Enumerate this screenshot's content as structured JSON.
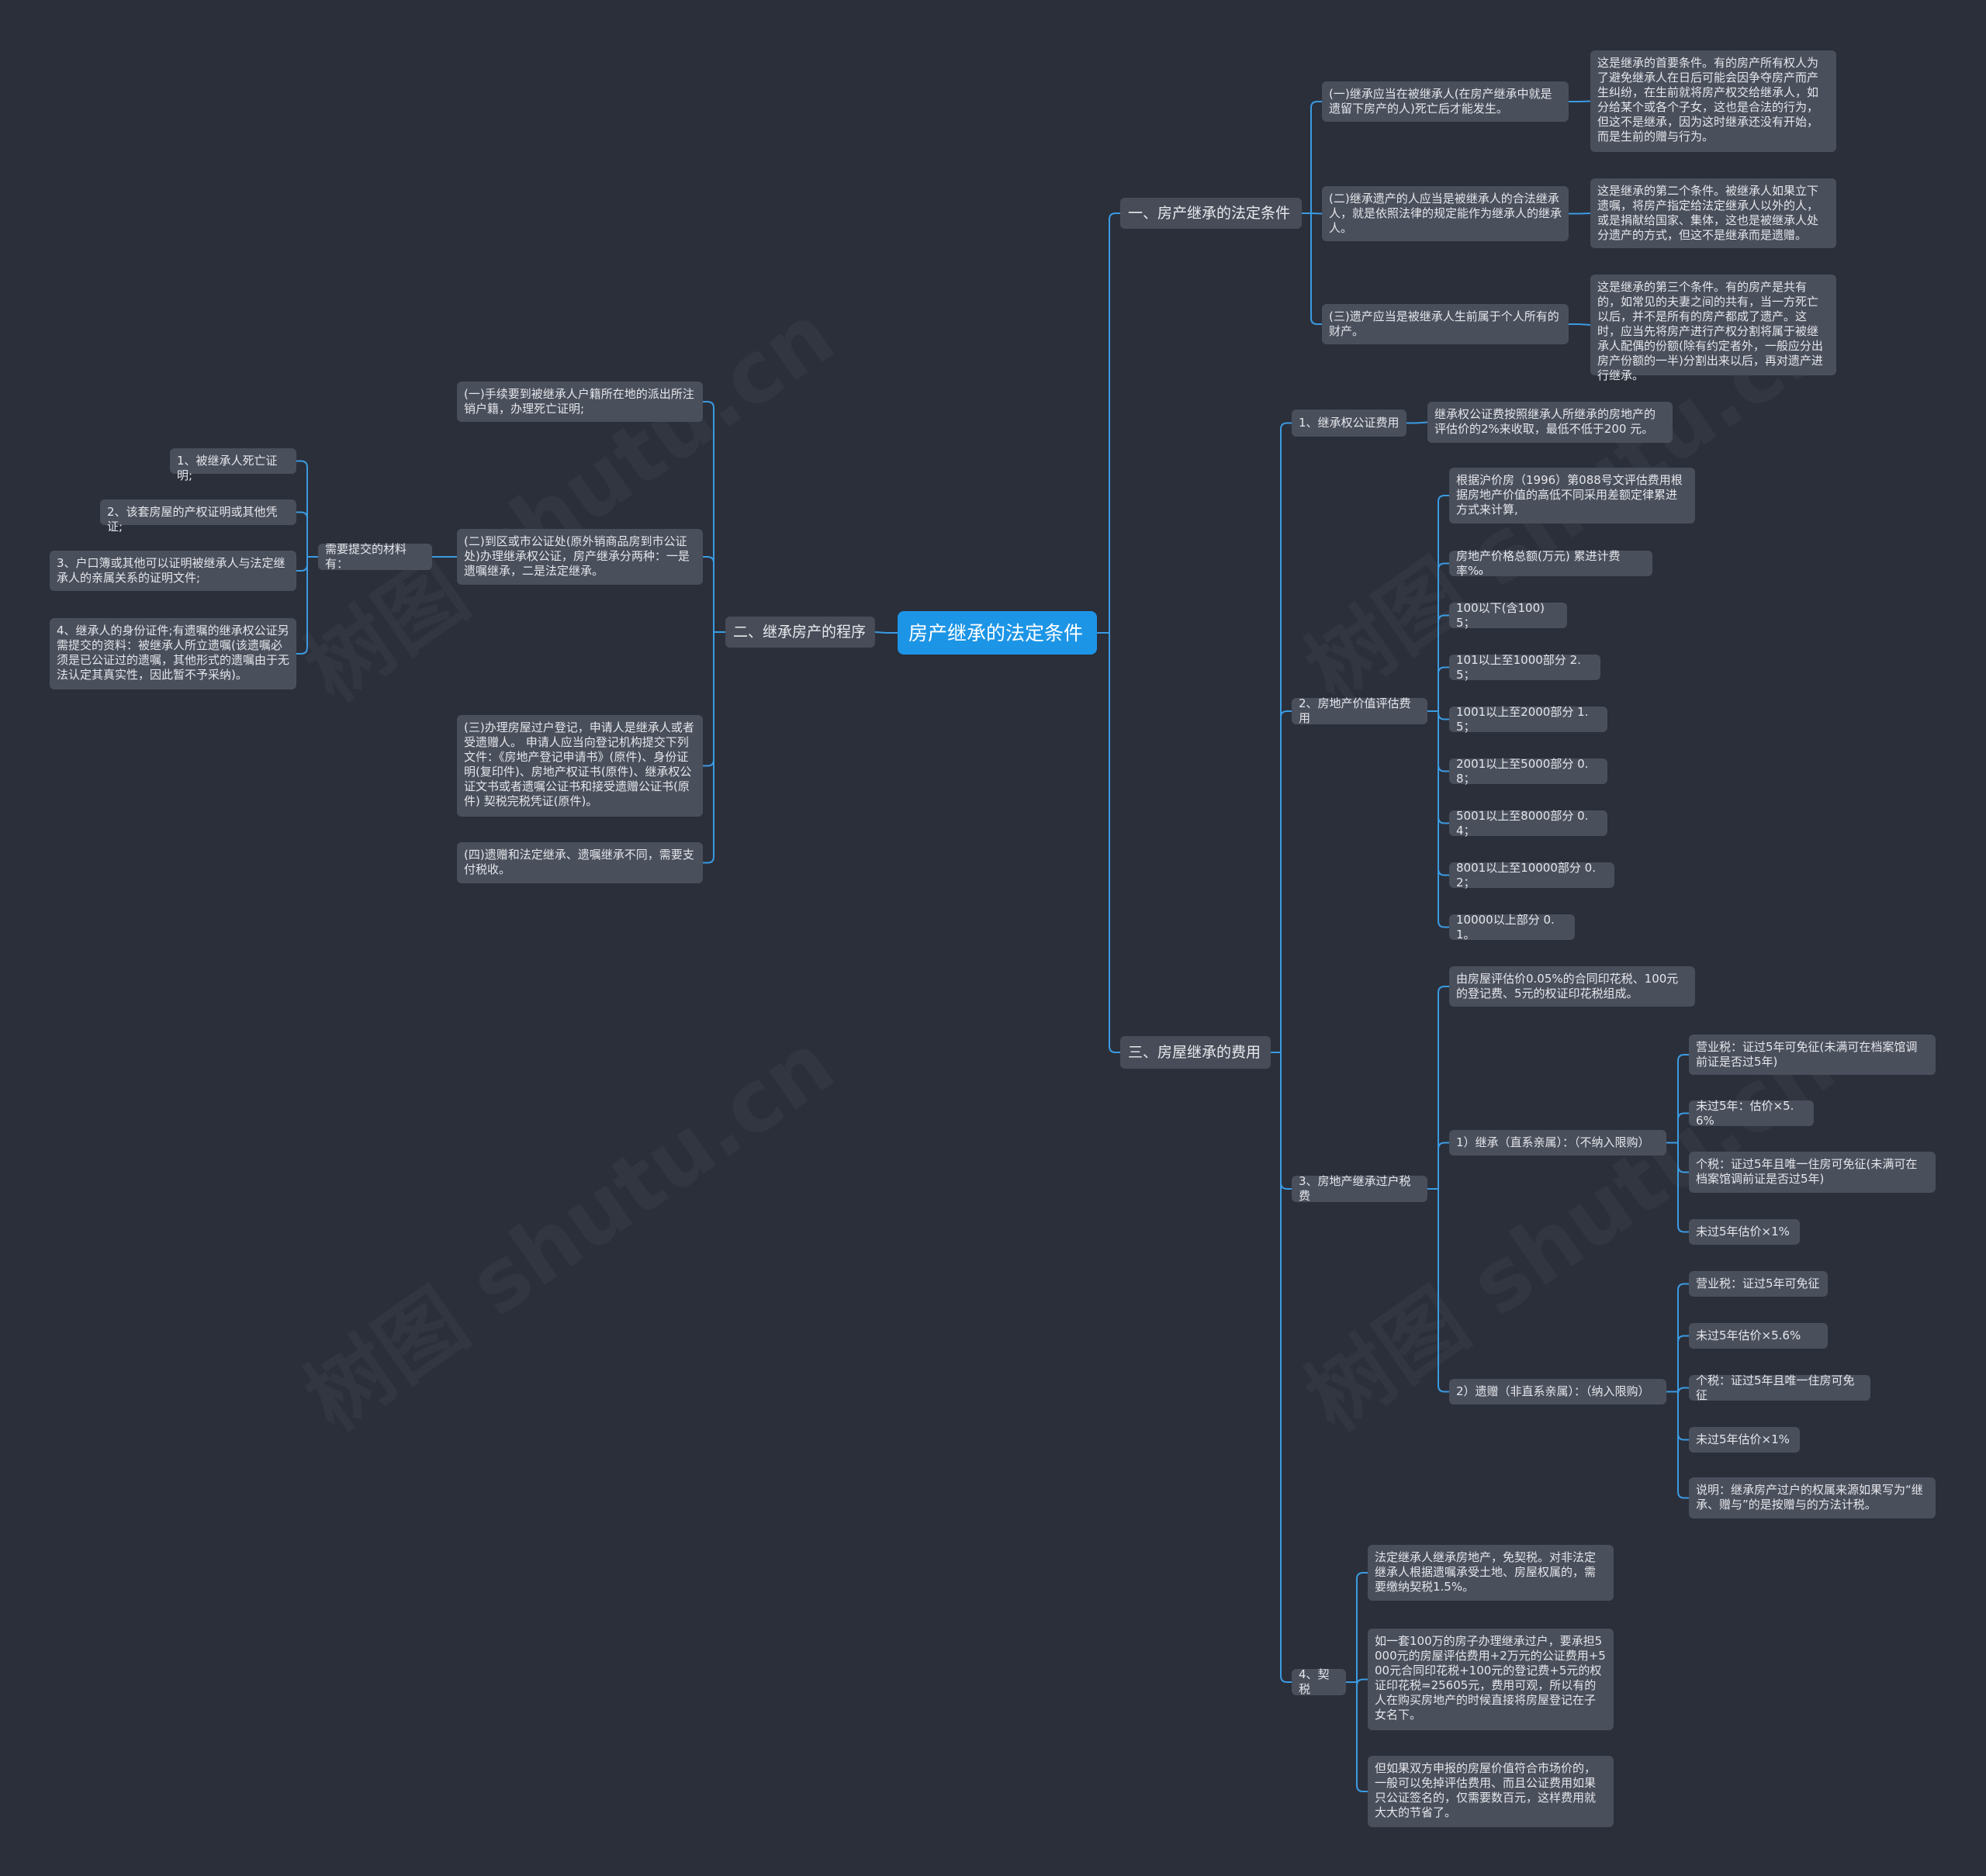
{
  "root": "房产继承的法定条件",
  "watermark": "树图 shutu.cn",
  "colors": {
    "background": "#2b2f3a",
    "node": "#4a4f5c",
    "root": "#1d95e6",
    "edge": "#3a9be3"
  },
  "b1": {
    "title": "一、房产继承的法定条件",
    "c1": {
      "label": "(一)继承应当在被继承人(在房产继承中就是遗留下房产的人)死亡后才能发生。",
      "note": "这是继承的首要条件。有的房产所有权人为了避免继承人在日后可能会因争夺房产而产生纠纷，在生前就将房产权交给继承人，如分给某个或各个子女，这也是合法的行为，但这不是继承，因为这时继承还没有开始，而是生前的赠与行为。"
    },
    "c2": {
      "label": "(二)继承遗产的人应当是被继承人的合法继承人，就是依照法律的规定能作为继承人的继承人。",
      "note": "这是继承的第二个条件。被继承人如果立下遗嘱，将房产指定给法定继承人以外的人，或是捐献给国家、集体，这也是被继承人处分遗产的方式，但这不是继承而是遗赠。"
    },
    "c3": {
      "label": "(三)遗产应当是被继承人生前属于个人所有的财产。",
      "note": "这是继承的第三个条件。有的房产是共有的，如常见的夫妻之间的共有，当一方死亡以后，并不是所有的房产都成了遗产。这时，应当先将房产进行产权分割将属于被继承人配偶的份额(除有约定者外，一般应分出房产份额的一半)分割出来以后，再对遗产进行继承。"
    }
  },
  "b2": {
    "title": "二、继承房产的程序",
    "s1": "(一)手续要到被继承人户籍所在地的派出所注销户籍，办理死亡证明;",
    "s2": "(二)到区或市公证处(原外销商品房到市公证处)办理继承权公证，房产继承分两种：一是遗嘱继承，二是法定继承。",
    "materials": {
      "label": "需要提交的材料有：",
      "items": [
        "1、被继承人死亡证明;",
        "2、该套房屋的产权证明或其他凭证;",
        "3、户口簿或其他可以证明被继承人与法定继承人的亲属关系的证明文件;",
        "4、继承人的身份证件;有遗嘱的继承权公证另需提交的资料：被继承人所立遗嘱(该遗嘱必须是已公证过的遗嘱，其他形式的遗嘱由于无法认定其真实性，因此暂不予采纳)。"
      ]
    },
    "s3": "(三)办理房屋过户登记，申请人是继承人或者受遗赠人。 申请人应当向登记机构提交下列文件：《房地产登记申请书》(原件)、身份证明(复印件)、房地产权证书(原件)、继承权公证文书或者遗嘱公证书和接受遗赠公证书(原件) 契税完税凭证(原件)。",
    "s4": "(四)遗赠和法定继承、遗嘱继承不同，需要支付税收。"
  },
  "b3": {
    "title": "三、房屋继承的费用",
    "f1": {
      "label": "1、继承权公证费用",
      "note": "继承权公证费按照继承人所继承的房地产的评估价的2%来收取，最低不低于200 元。"
    },
    "f2": {
      "label": "2、房地产价值评估费用",
      "items": [
        "根据沪价房（1996）第088号文评估费用根据房地产价值的高低不同采用差额定律累进方式来计算,",
        "房地产价格总额(万元) 累进计费率‰",
        "100以下(含100) 5；",
        "101以上至1000部分 2.5；",
        "1001以上至2000部分 1.5；",
        "2001以上至5000部分 0.8；",
        "5001以上至8000部分 0.4；",
        "8001以上至10000部分 0.2；",
        "10000以上部分 0.1。"
      ]
    },
    "f3": {
      "label": "3、房地产继承过户税费",
      "intro": "由房屋评估价0.05%的合同印花税、100元的登记费、5元的权证印花税组成。",
      "g1": {
        "label": "1）继承（直系亲属）：（不纳入限购）",
        "items": [
          "营业税：证过5年可免征(未满可在档案馆调前证是否过5年)",
          "未过5年：估价×5.6%",
          "个税：证过5年且唯一住房可免征(未满可在档案馆调前证是否过5年)",
          "未过5年估价×1%"
        ]
      },
      "g2": {
        "label": "2）遗赠（非直系亲属）：（纳入限购）",
        "items": [
          "营业税：证过5年可免征",
          "未过5年估价×5.6%",
          "个税：证过5年且唯一住房可免征",
          "未过5年估价×1%",
          "说明：继承房产过户的权属来源如果写为“继承、赠与”的是按赠与的方法计税。"
        ]
      }
    },
    "f4": {
      "label": "4、契税",
      "items": [
        "法定继承人继承房地产，免契税。对非法定继承人根据遗嘱承受土地、房屋权属的，需要缴纳契税1.5%。",
        "如一套100万的房子办理继承过户，要承担5000元的房屋评估费用+2万元的公证费用+500元合同印花税+100元的登记费+5元的权证印花税=25605元，费用可观，所以有的人在购买房地产的时候直接将房屋登记在子女名下。",
        "但如果双方申报的房屋价值符合市场价的，一般可以免掉评估费用、而且公证费用如果只公证签名的，仅需要数百元，这样费用就大大的节省了。"
      ]
    }
  }
}
